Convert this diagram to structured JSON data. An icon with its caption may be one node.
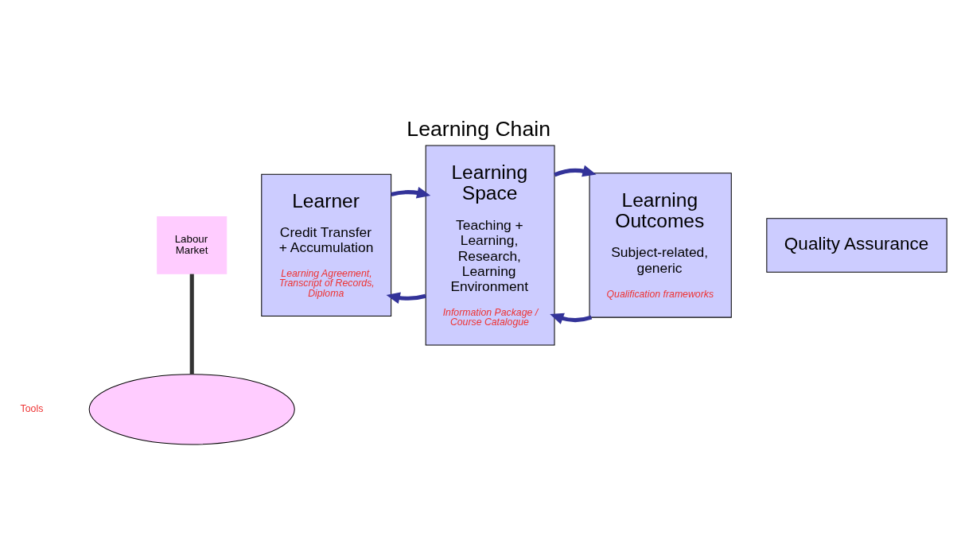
{
  "diagram": {
    "title": "Learning Chain",
    "nodes": [
      {
        "text": [],
        "shape": "ellipse"
      },
      {
        "text": [
          "Learner",
          "Credit Transfer + Accumulation",
          "Learning Agreement, Transcript of Records, Diploma"
        ]
      },
      {
        "text": [
          "Learning Space",
          "Teaching + Learning, Research, Learning Environment",
          "Information Package / Course Catalogue"
        ]
      },
      {
        "text": [
          "Learning Outcomes",
          "Subject-related, generic",
          "Qualification frameworks"
        ]
      },
      {
        "text": [
          "Quality Assurance"
        ]
      },
      {
        "text": [
          "Labour Market"
        ]
      }
    ],
    "edges": [
      {
        "from": 3,
        "to": 2,
        "arrow": "to"
      },
      {
        "from": 2,
        "to": 1,
        "arrow": "to"
      },
      {
        "from": 1,
        "to": 2,
        "arrow": "to"
      },
      {
        "from": 2,
        "to": 3,
        "arrow": "to"
      },
      {
        "from": 5,
        "to": 0,
        "arrow": "none",
        "color": "#333333"
      }
    ],
    "labels": [
      "Tools"
    ]
  }
}
